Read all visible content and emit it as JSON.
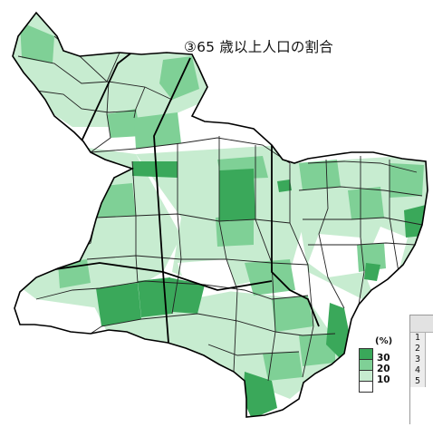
{
  "map": {
    "title": "③65 歳以上人口の割合",
    "colors": {
      "class_30_plus": "#3aa85a",
      "class_20_30": "#7fd096",
      "class_10_20": "#c7ecd0",
      "class_under_10": "#ffffff",
      "boundary": "#111111"
    }
  },
  "legend": {
    "unit": "(%)",
    "breaks": [
      "30",
      "20",
      "10"
    ]
  },
  "table": {
    "row_numbers": [
      "1",
      "2",
      "3",
      "4",
      "5"
    ]
  }
}
